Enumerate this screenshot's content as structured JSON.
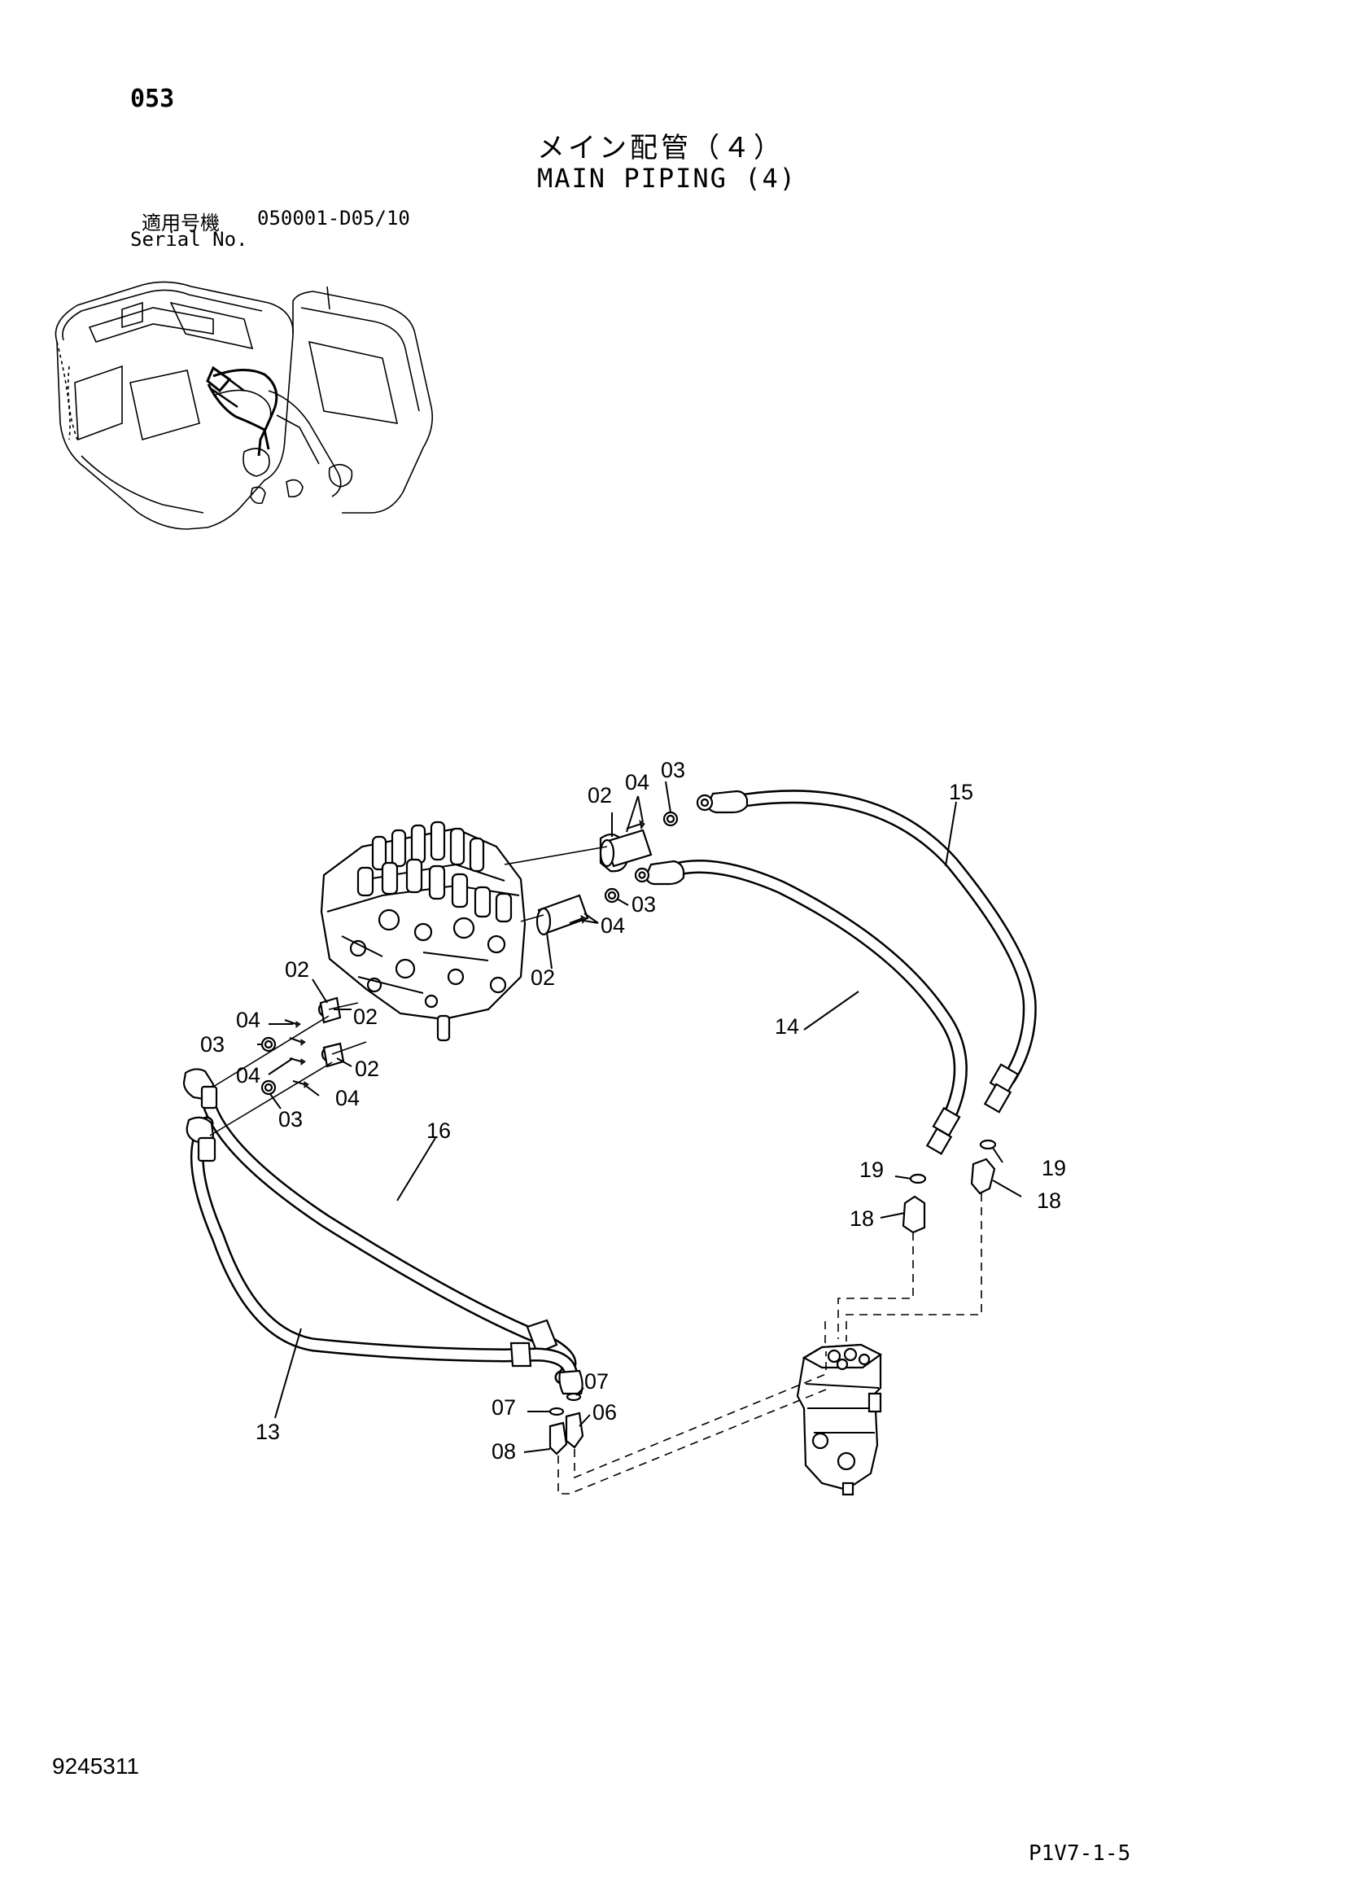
{
  "header": {
    "page_code": "053",
    "title_ja": "メイン配管（４）",
    "title_en": "MAIN PIPING (4)",
    "serial_label_ja": "適用号機",
    "serial_value": "050001-D05/10",
    "serial_label_en": "Serial No."
  },
  "footer": {
    "document_number": "9245311",
    "page_reference": "P1V7-1-5"
  },
  "callouts": {
    "c02_top": "02",
    "c04_top": "04",
    "c03_top": "03",
    "c15": "15",
    "c03_mid": "03",
    "c04_mid": "04",
    "c02_mid": "02",
    "c14": "14",
    "c02_left": "02",
    "c04_l1": "04",
    "c02_l1": "02",
    "c03_l1": "03",
    "c04_l2": "04",
    "c02_l2": "02",
    "c04_l3": "04",
    "c03_l2": "03",
    "c16": "16",
    "c19_a": "19",
    "c19_b": "19",
    "c18_a": "18",
    "c18_b": "18",
    "c07_a": "07",
    "c07_b": "07",
    "c06": "06",
    "c08": "08",
    "c13": "13"
  }
}
